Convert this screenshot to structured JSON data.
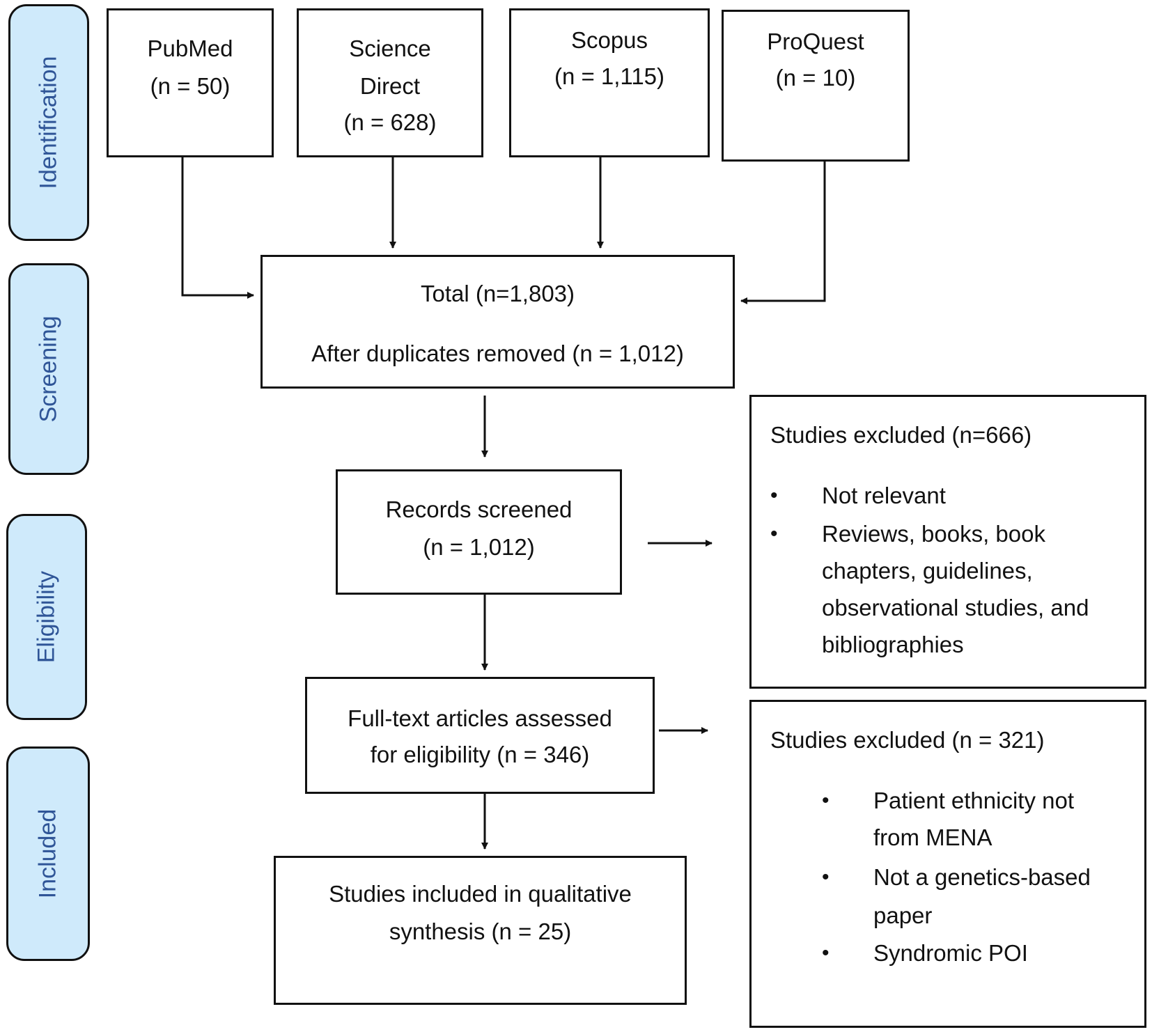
{
  "stages": [
    "Identification",
    "Screening",
    "Eligibility",
    "Included"
  ],
  "sources": [
    {
      "name": "PubMed",
      "count": "(n = 50)"
    },
    {
      "name_line1": "Science",
      "name_line2": "Direct",
      "count": "(n = 628)"
    },
    {
      "name": "Scopus",
      "count": "(n = 1,115)"
    },
    {
      "name": "ProQuest",
      "count": "(n = 10)"
    }
  ],
  "total": {
    "line1": "Total (n=1,803)",
    "line2": "After duplicates removed (n = 1,012)"
  },
  "screened": {
    "line1": "Records screened",
    "line2": "(n = 1,012)"
  },
  "fulltext": {
    "line1": "Full-text articles assessed",
    "line2": "for eligibility (n = 346)"
  },
  "included": {
    "line1": "Studies included in qualitative",
    "line2": "synthesis (n = 25)"
  },
  "excluded1": {
    "title": "Studies excluded (n=666)",
    "items": [
      "Not relevant",
      "Reviews, books, book",
      "chapters, guidelines,",
      "observational studies, and",
      "bibliographies"
    ]
  },
  "excluded2": {
    "title": "Studies excluded (n = 321)",
    "items": [
      "Patient ethnicity not",
      "from MENA",
      "Not a genetics-based",
      "paper",
      "Syndromic POI"
    ]
  },
  "bullet": "•",
  "colors": {
    "stage_fill": "#cfeafb",
    "stage_text": "#2f5597",
    "line": "#111111"
  }
}
